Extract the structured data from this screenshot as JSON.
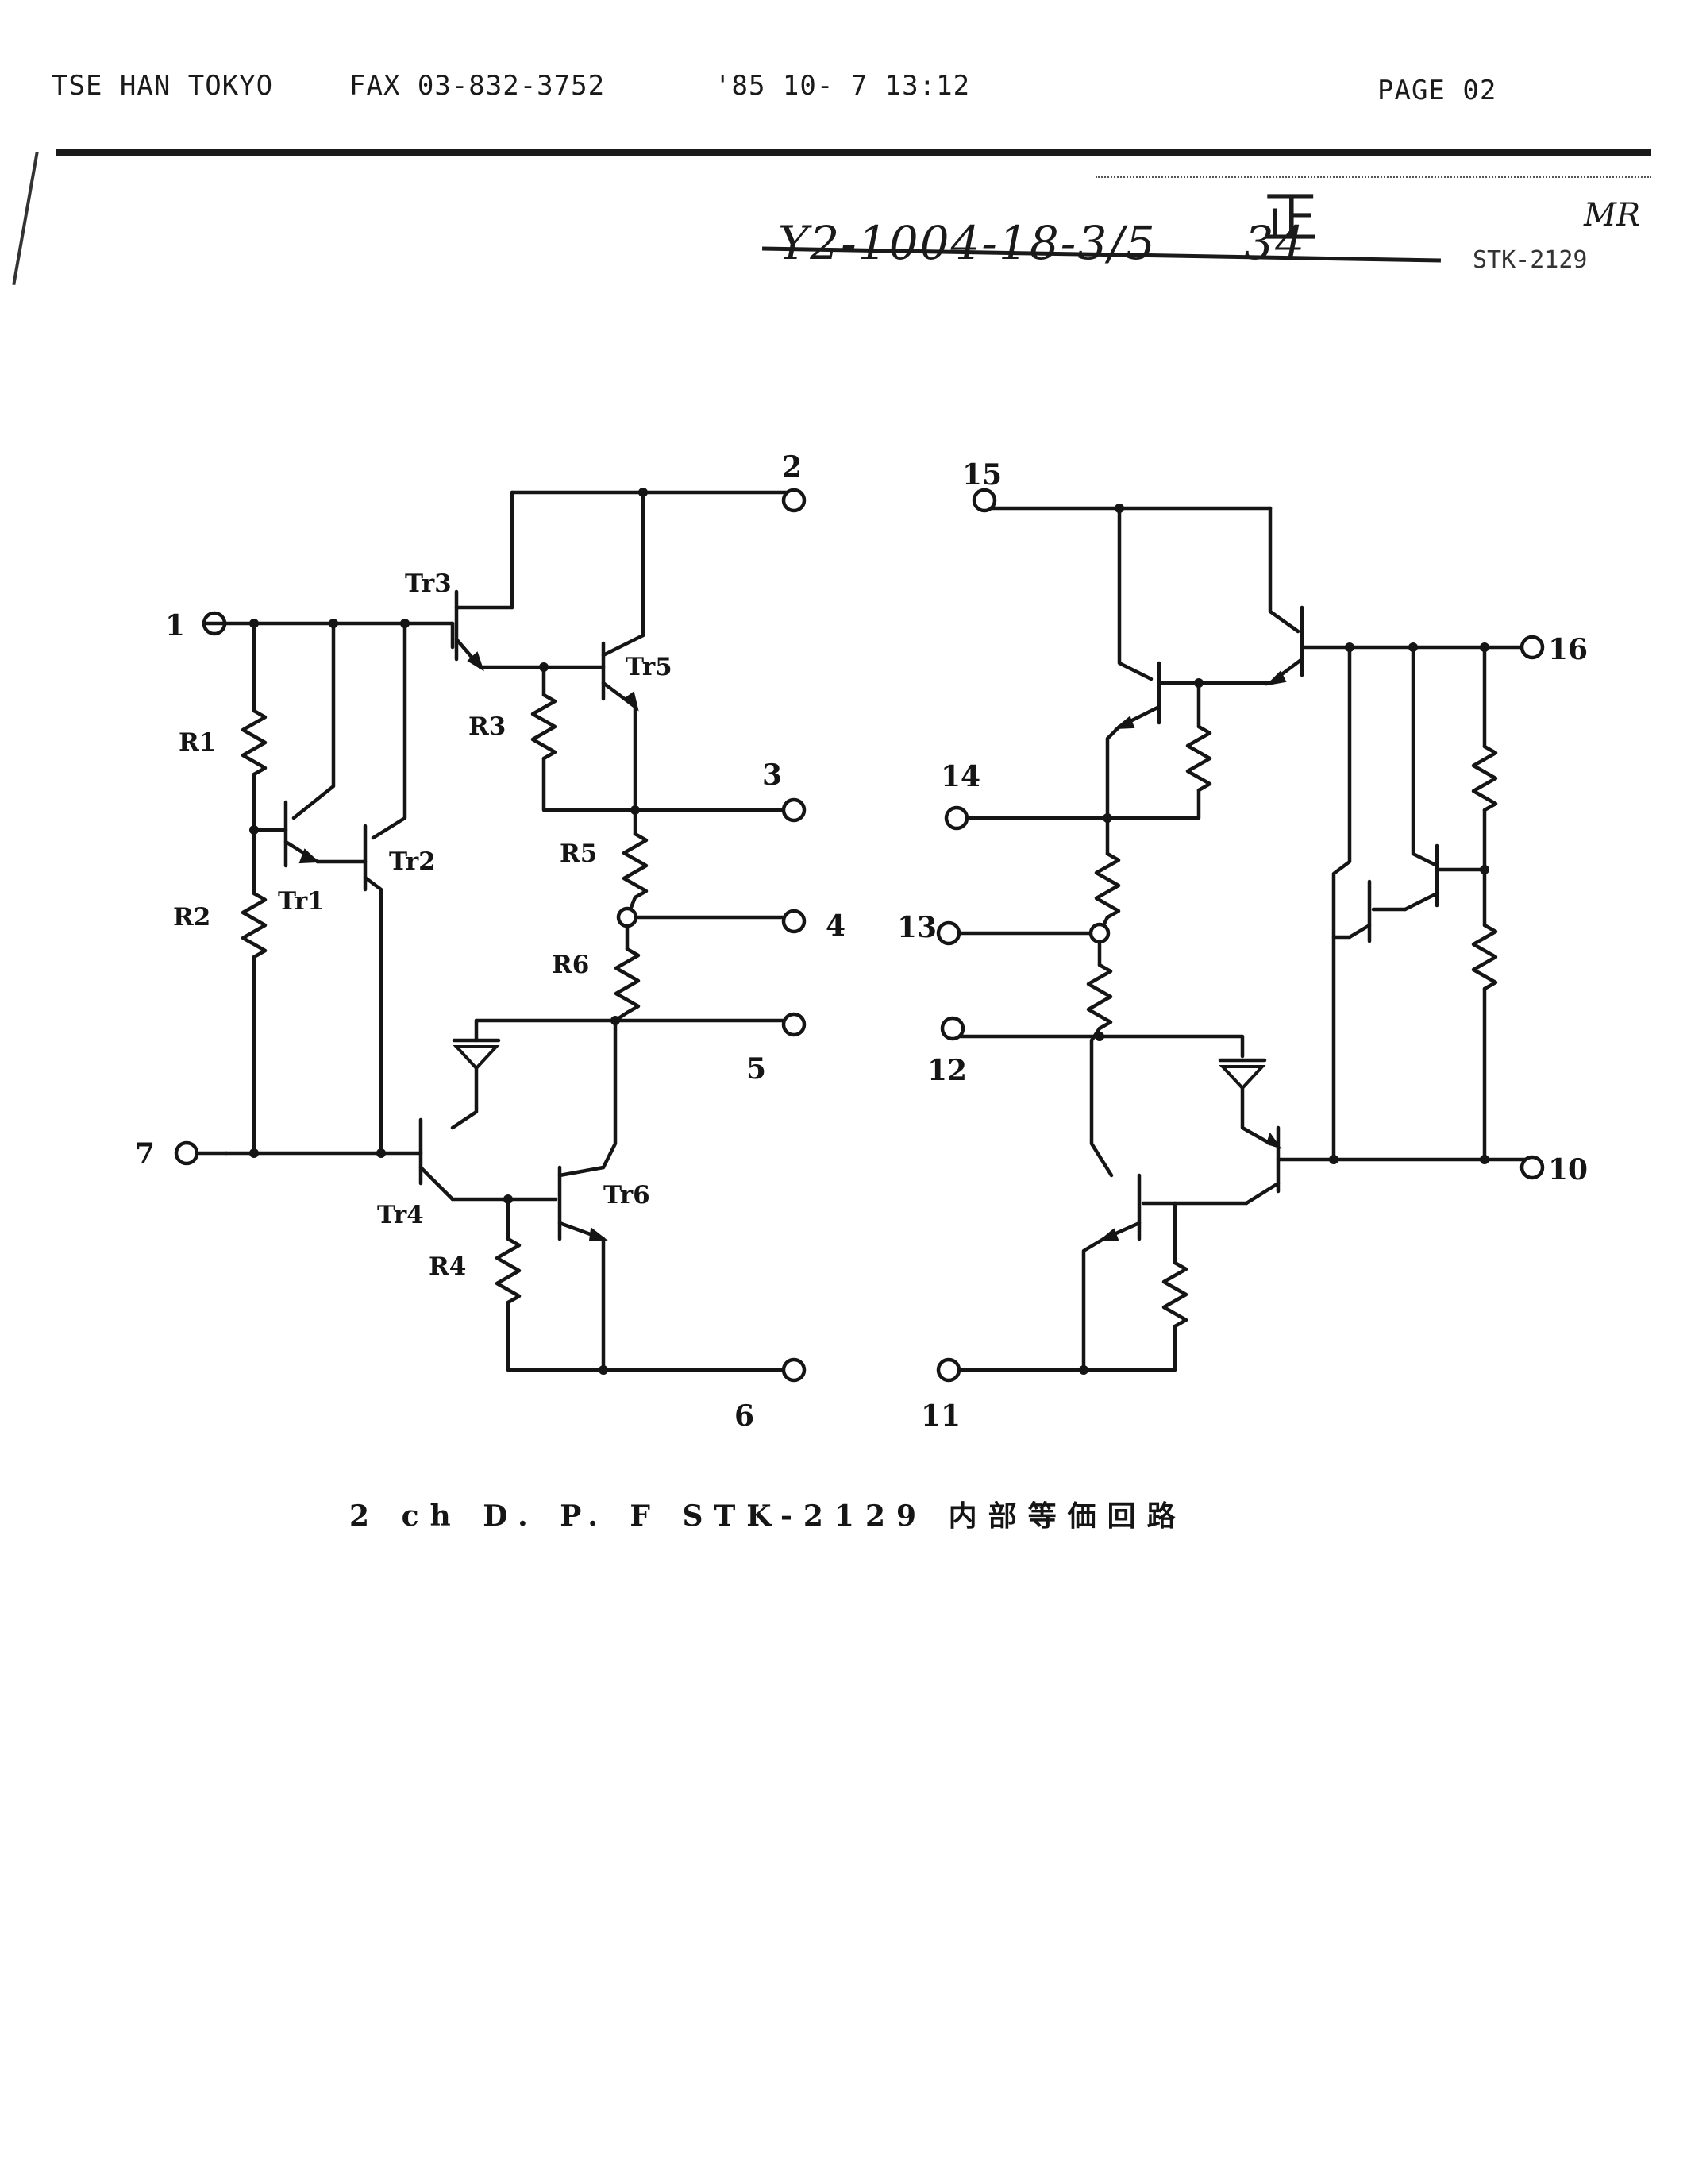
{
  "fax_header": {
    "sender": "TSE HAN TOKYO",
    "fax": "FAX 03-832-3752",
    "timestamp": "'85 10- 7 13:12",
    "page": "PAGE 02"
  },
  "handwriting": {
    "ref": "Y2-1004-18-3/5",
    "mark": "正",
    "number": "34",
    "initials": "MR"
  },
  "doc_code": "STK-2129",
  "schematic": {
    "pins": [
      "1",
      "2",
      "3",
      "4",
      "5",
      "6",
      "7",
      "10",
      "11",
      "12",
      "13",
      "14",
      "15",
      "16"
    ],
    "transistors": [
      "Tr1",
      "Tr2",
      "Tr3",
      "Tr4",
      "Tr5",
      "Tr6"
    ],
    "resistors": [
      "R1",
      "R2",
      "R3",
      "R4",
      "R5",
      "R6"
    ]
  },
  "caption": "2 ch D. P. F STK-2129 内部等価回路"
}
